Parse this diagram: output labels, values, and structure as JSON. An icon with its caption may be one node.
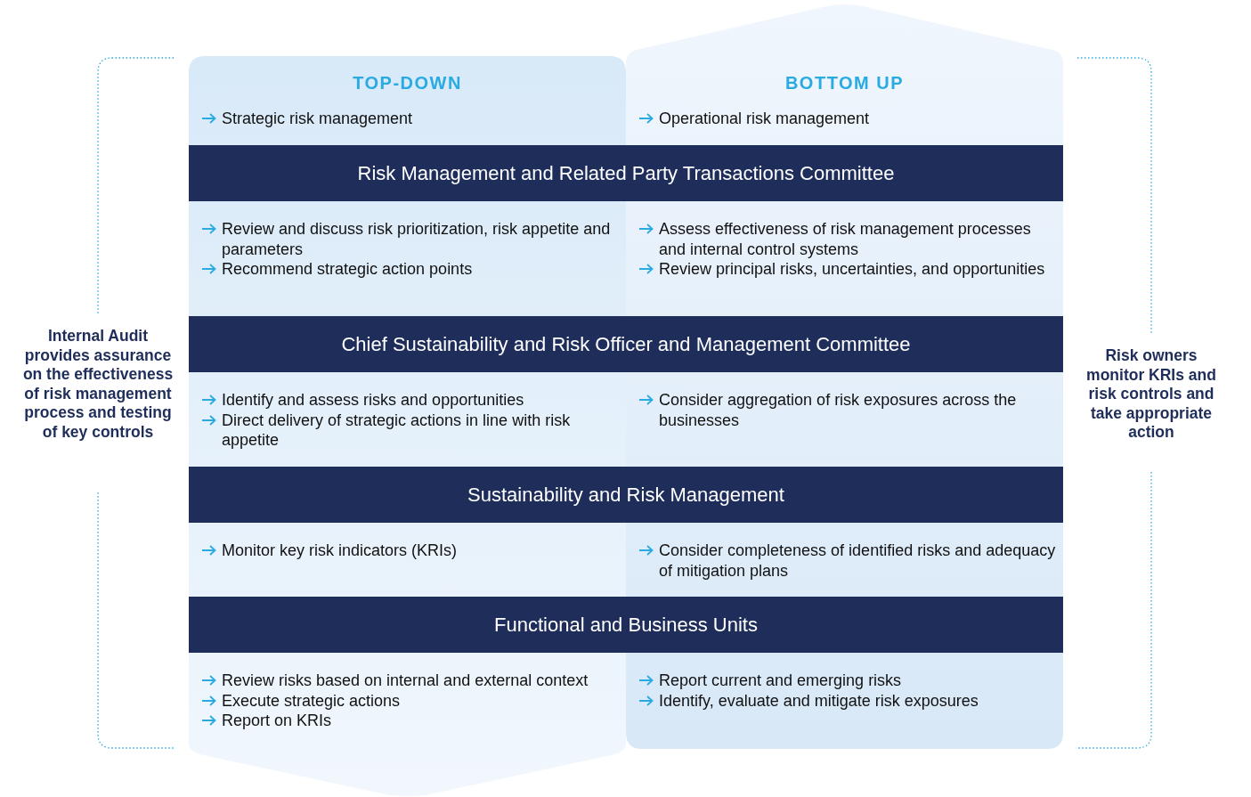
{
  "diagram": {
    "nodes": [
      {
        "text": [
          "TOP-DOWN",
          "Strategic risk management",
          "Review and discuss risk prioritization, risk appetite and parameters",
          "Recommend strategic action points",
          "Identify and assess risks and opportunities",
          "Direct delivery of strategic actions in line with risk appetite",
          "Monitor key risk indicators (KRIs)",
          "Review risks based on internal and external context",
          "Execute strategic actions",
          "Report on KRIs"
        ]
      },
      {
        "text": [
          "BOTTOM UP",
          "Operational risk management",
          "Assess effectiveness of risk management processes and internal control systems",
          "Review principal risks, uncertainties, and opportunities",
          "Consider aggregation of risk exposures across the businesses",
          "Consider completeness of identified risks and adequacy of mitigation plans",
          "Report current and emerging risks",
          "Identify, evaluate and mitigate risk exposures"
        ]
      },
      {
        "text": [
          "Risk Management and Related Party Transactions Committee"
        ]
      },
      {
        "text": [
          "Chief Sustainability and Risk Officer and Management Committee"
        ]
      },
      {
        "text": [
          "Sustainability and Risk Management"
        ]
      },
      {
        "text": [
          "Functional and Business Units"
        ]
      }
    ],
    "labels": [
      "Internal Audit provides assurance on the effectiveness of risk management process and testing of key controls",
      "Risk owners monitor KRIs and risk controls and take appropriate action"
    ]
  }
}
